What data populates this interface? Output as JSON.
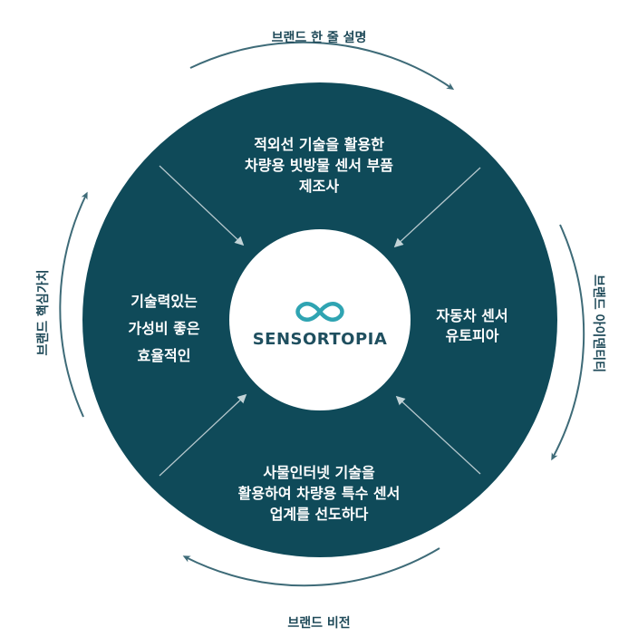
{
  "colors": {
    "circle": "#0f4a59",
    "center": "#ffffff",
    "arrow_line": "#b6c8cd",
    "ring_arrow": "#3e6b78",
    "logo": "#2fa4b2",
    "label": "#1f4a59"
  },
  "outer_labels": {
    "top": "브랜드 한 줄 설명",
    "right": "브랜드 아이덴티티",
    "bottom": "브랜드 비전",
    "left": "브랜드 핵심가치"
  },
  "blocks": {
    "top": [
      "적외선 기술을 활용한",
      "차량용 빗방물 센서 부품",
      "제조사"
    ],
    "right": [
      "자동차 센서",
      "유토피아"
    ],
    "bottom": [
      "사물인터넷 기술을",
      "활용하여 차량용 특수 센서",
      "업계를 선도하다"
    ],
    "left": [
      "기술력있는",
      "가성비 좋은",
      "효율적인"
    ]
  },
  "center": {
    "logo_icon": "infinity-icon",
    "brand_name": "SENSORTOPIA"
  }
}
